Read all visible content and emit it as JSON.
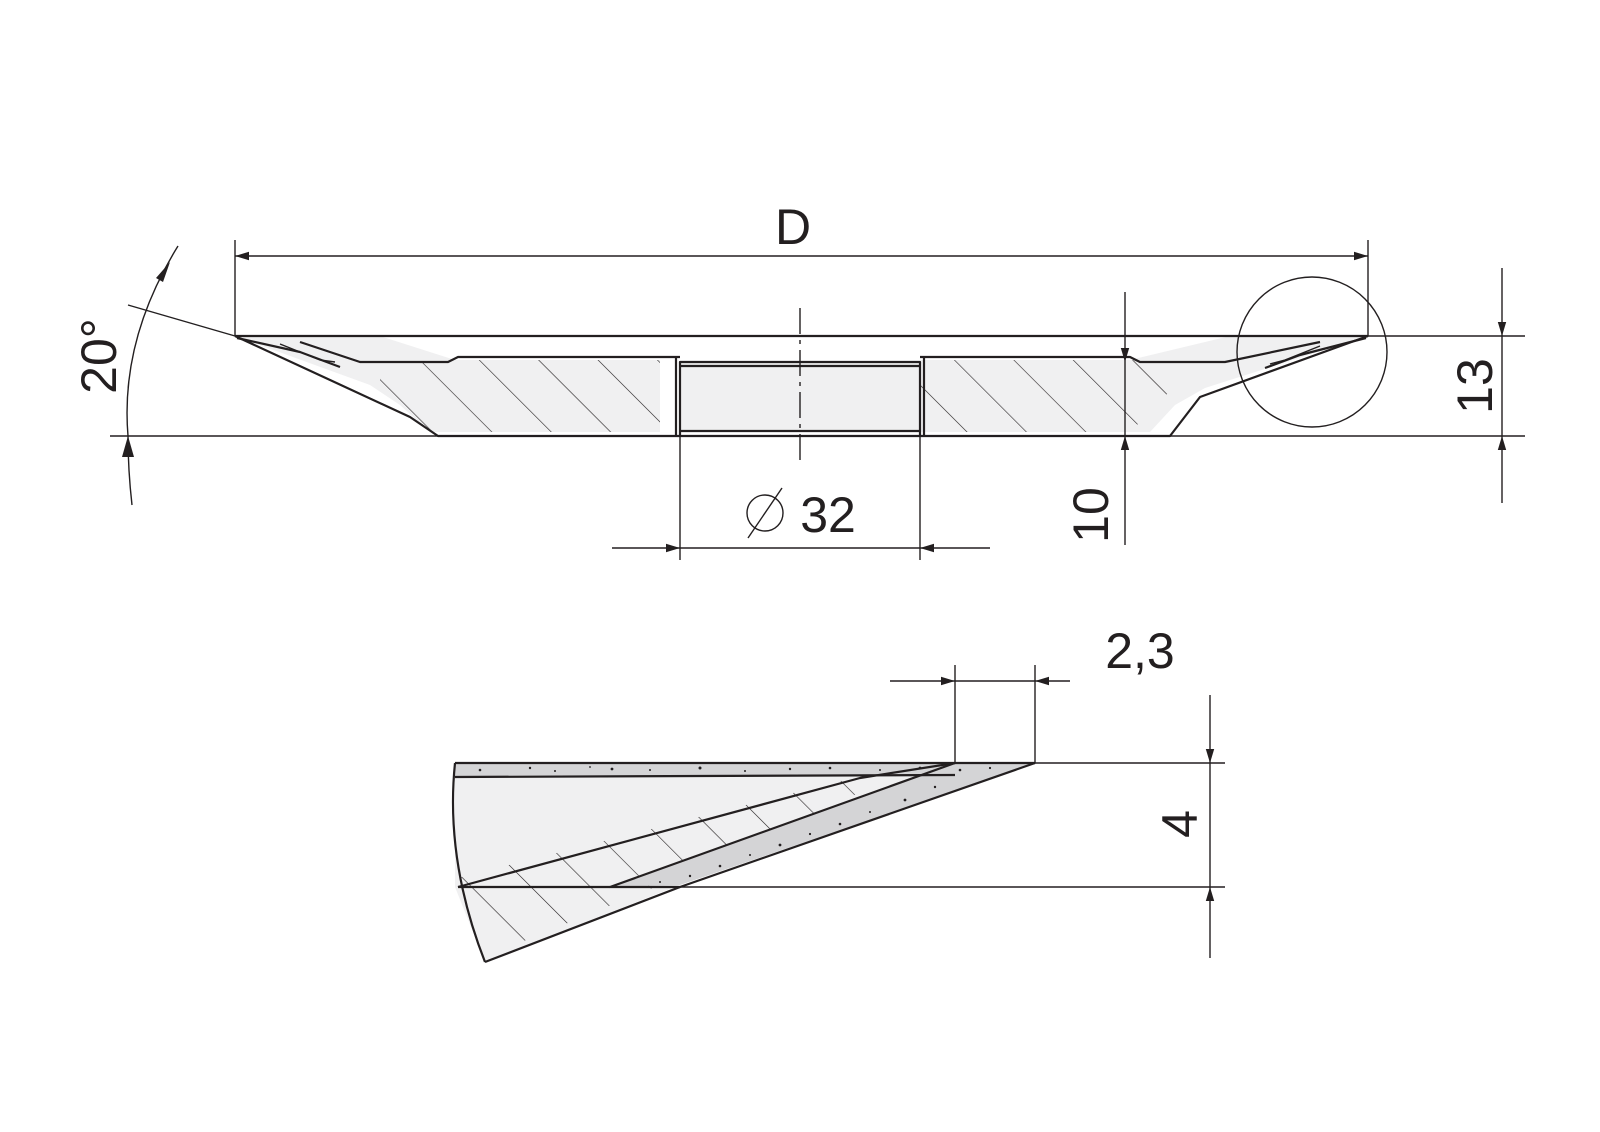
{
  "dimensions": {
    "outer_diameter": "D",
    "bore": "32",
    "bore_symbol": "diameter-symbol",
    "height_total": "13",
    "height_body": "10",
    "angle": "20°",
    "rim_width": "2,3",
    "rim_thickness": "4"
  },
  "colors": {
    "line": "#231f20",
    "body_fill": "#f0f0f1",
    "abrasive_fill": "#d4d4d6",
    "background": "#ffffff"
  }
}
